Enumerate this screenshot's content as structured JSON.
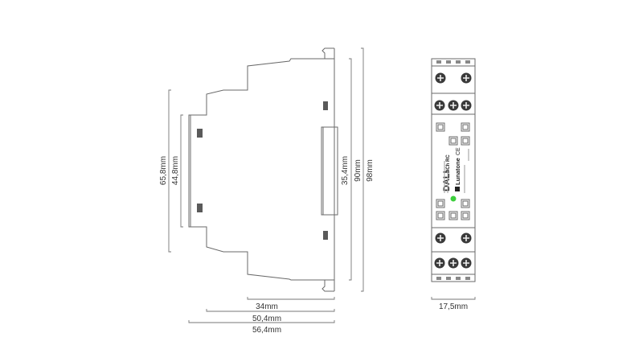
{
  "side_view": {
    "dimensions": {
      "height_65_8": "65,8mm",
      "height_44_8": "44,8mm",
      "height_35_4": "35,4mm",
      "height_90": "90mm",
      "height_98": "98mm",
      "depth_34": "34mm",
      "depth_50_4": "50,4mm",
      "depth_56_4": "56,4mm"
    }
  },
  "front_view": {
    "brand_title": "DALI",
    "model": "4Ch RC",
    "manufacturer": "Lunatone",
    "ce_mark": "CE",
    "width_dimension": "17,5mm",
    "led_color": "#3ccf3c"
  }
}
